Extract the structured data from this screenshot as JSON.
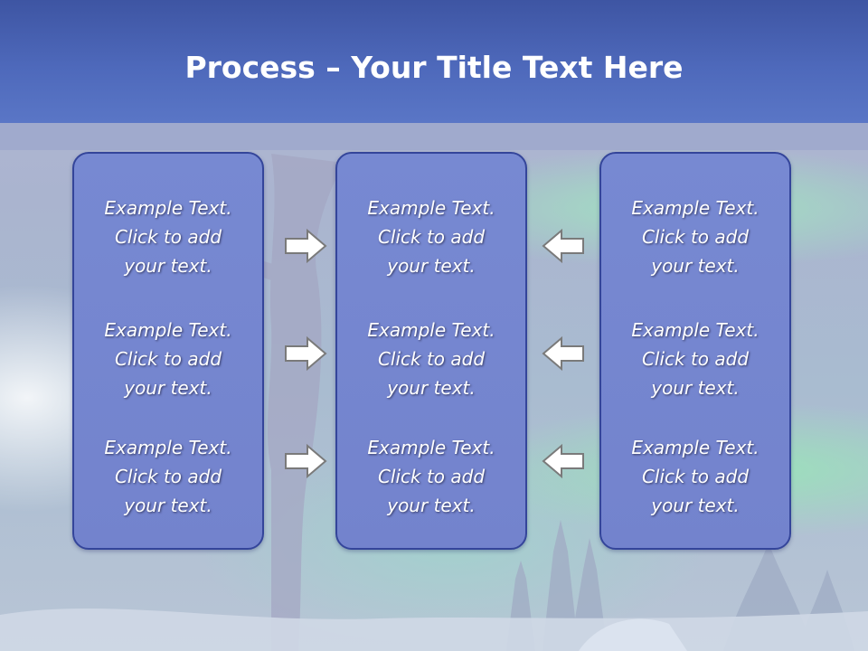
{
  "title": {
    "bold": "Process",
    "rest": " – Your Title Text Here"
  },
  "columns": [
    {
      "items": [
        "Example Text.\nClick  to add\nyour text.",
        "Example Text.\nClick  to add\nyour text.",
        "Example Text.\nClick  to add\nyour text."
      ]
    },
    {
      "items": [
        "Example Text.\nClick  to add\nyour text.",
        "Example Text.\nClick  to add\nyour text.",
        "Example Text.\nClick  to add\nyour text."
      ]
    },
    {
      "items": [
        "Example Text.\nClick  to add\nyour text.",
        "Example Text.\nClick  to add\nyour text.",
        "Example Text.\nClick  to add\nyour text."
      ]
    }
  ],
  "arrows": {
    "left_group": "arrow-right-icon",
    "right_group": "arrow-left-icon"
  },
  "colors": {
    "title_bar": "#4e69bb",
    "box_fill": "#7789d2",
    "box_border": "#34459a",
    "arrow_fill": "#ffffff",
    "arrow_stroke": "#7a7a7a"
  }
}
